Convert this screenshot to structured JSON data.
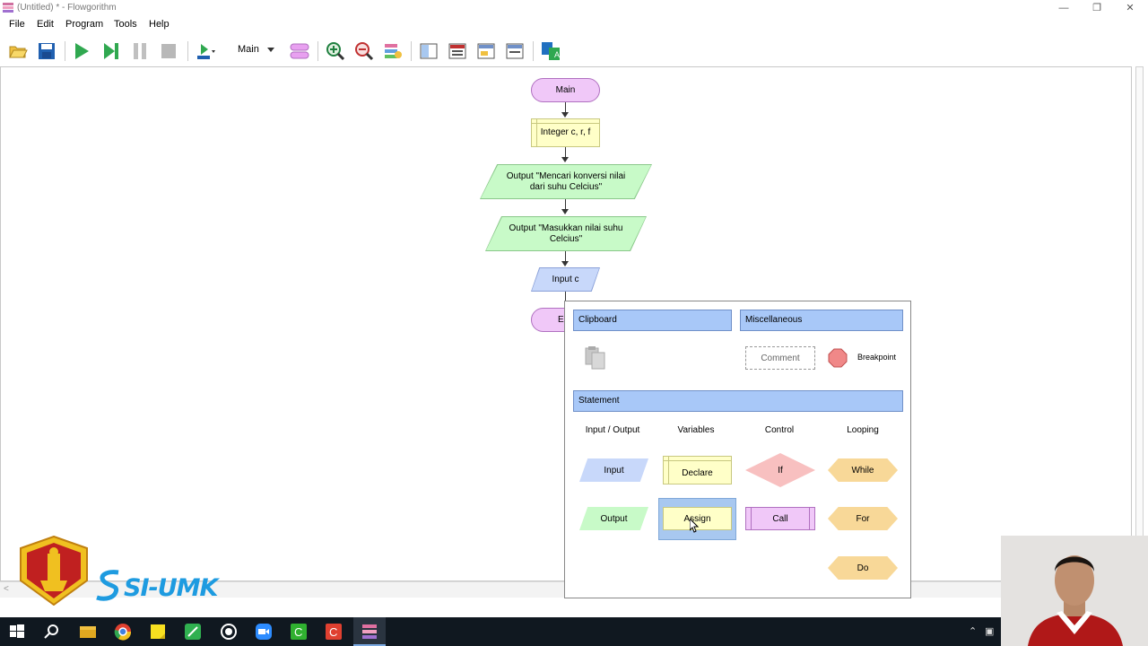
{
  "window": {
    "title": "(Untitled) * - Flowgorithm"
  },
  "menu": [
    "File",
    "Edit",
    "Program",
    "Tools",
    "Help"
  ],
  "toolbar": {
    "function_select": "Main",
    "icons": [
      "open-icon",
      "save-icon",
      "run-icon",
      "step-icon",
      "pause-icon",
      "stop-icon",
      "speed-icon",
      "function-manager-icon",
      "zoom-in-icon",
      "zoom-out-icon",
      "layout-icon",
      "panel-icon",
      "variables-icon",
      "console-icon",
      "chart-icon",
      "translate-icon"
    ]
  },
  "flowchart": {
    "main": "Main",
    "declare": "Integer c, r, f",
    "output1": "Output \"Mencari konversi nilai dari suhu Celcius\"",
    "output2": "Output \"Masukkan nilai suhu Celcius\"",
    "input": "Input c",
    "end": "E"
  },
  "palette": {
    "clipboard": "Clipboard",
    "miscellaneous": "Miscellaneous",
    "comment": "Comment",
    "breakpoint": "Breakpoint",
    "statement": "Statement",
    "columns": [
      "Input / Output",
      "Variables",
      "Control",
      "Looping"
    ],
    "items": {
      "input": "Input",
      "output": "Output",
      "declare": "Declare",
      "assign": "Assign",
      "if": "If",
      "call": "Call",
      "while": "While",
      "for": "For",
      "do": "Do"
    }
  },
  "overlay": {
    "logo_text": "SI-UMK"
  },
  "colors": {
    "terminal": "#f0c8f8",
    "declare": "#ffffc8",
    "output": "#c8fac8",
    "input": "#c8d8fa",
    "if": "#f8c0c0",
    "loop": "#f8d898",
    "section_header": "#a8c8f8"
  }
}
